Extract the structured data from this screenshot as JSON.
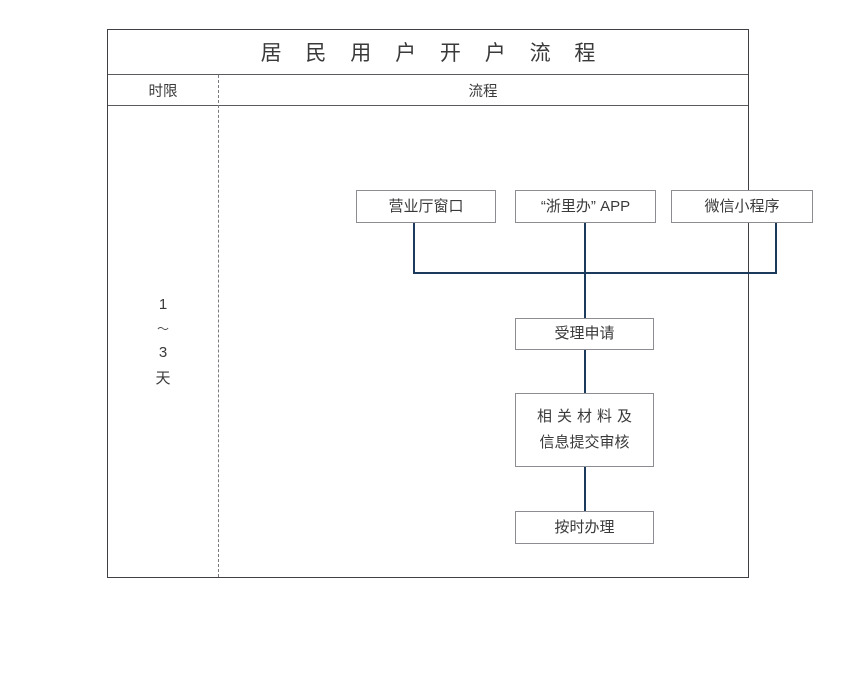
{
  "document": {
    "title": "居 民 用 户 开 户 流 程",
    "title_plain": "居民用户开户流程"
  },
  "table": {
    "headers": {
      "time_column": "时限",
      "flow_column": "流程"
    }
  },
  "time_column": {
    "lines": [
      "1",
      "〜",
      "3",
      "天"
    ],
    "value_text": "1〜3天"
  },
  "flow": {
    "sources": [
      {
        "id": "hall",
        "label": "营业厅窗口"
      },
      {
        "id": "zlb",
        "label": "“浙里办” APP"
      },
      {
        "id": "wechat",
        "label": "微信小程序"
      }
    ],
    "steps": [
      {
        "id": "accept",
        "label": "受理申请"
      },
      {
        "id": "materials",
        "line1": "相关材料及",
        "line2": "信息提交审核"
      },
      {
        "id": "process",
        "label": "按时办理"
      }
    ]
  },
  "colors": {
    "connector": "#1b3a5c",
    "node_border": "#8c8c92",
    "table_border": "#3f3f46",
    "divider": "#7a7a80",
    "text": "#3a3a3a",
    "background": "#ffffff"
  }
}
